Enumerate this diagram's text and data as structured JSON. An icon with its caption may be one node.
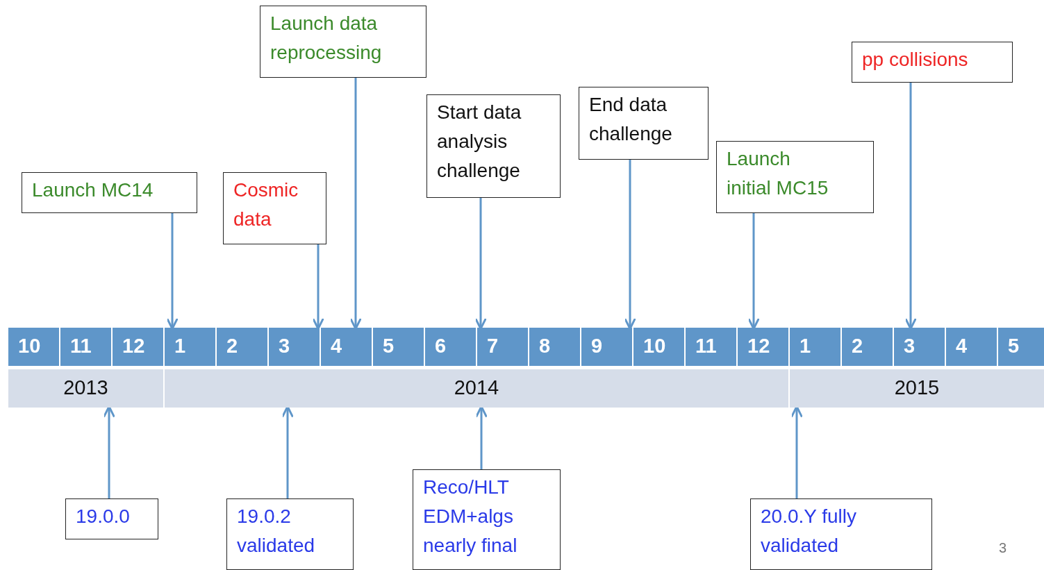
{
  "diagram": {
    "nodes": [
      {
        "text": [
          "Launch data reprocessing"
        ]
      },
      {
        "text": [
          "Start data analysis challenge"
        ]
      },
      {
        "text": [
          "End data challenge"
        ]
      },
      {
        "text": [
          "pp collisions"
        ]
      },
      {
        "text": [
          "Launch initial MC15"
        ]
      },
      {
        "text": [
          "Launch MC14"
        ]
      },
      {
        "text": [
          "Cosmic data"
        ]
      },
      {
        "text": [
          "10"
        ]
      },
      {
        "text": [
          "11"
        ]
      },
      {
        "text": [
          "12"
        ]
      },
      {
        "text": [
          "1"
        ]
      },
      {
        "text": [
          "2"
        ]
      },
      {
        "text": [
          "3"
        ]
      },
      {
        "text": [
          "4"
        ]
      },
      {
        "text": [
          "5"
        ]
      },
      {
        "text": [
          "6"
        ]
      },
      {
        "text": [
          "7"
        ]
      },
      {
        "text": [
          "8"
        ]
      },
      {
        "text": [
          "9"
        ]
      },
      {
        "text": [
          "10"
        ]
      },
      {
        "text": [
          "11"
        ]
      },
      {
        "text": [
          "12"
        ]
      },
      {
        "text": [
          "1"
        ]
      },
      {
        "text": [
          "2"
        ]
      },
      {
        "text": [
          "3"
        ]
      },
      {
        "text": [
          "4"
        ]
      },
      {
        "text": [
          "5"
        ]
      },
      {
        "text": [
          "2013"
        ]
      },
      {
        "text": [
          "2014"
        ]
      },
      {
        "text": [
          "2015"
        ]
      },
      {
        "text": [
          "19.0.0"
        ]
      },
      {
        "text": [
          "19.0.2 validated"
        ]
      },
      {
        "text": [
          "Reco/HLT EDM+algs nearly final"
        ]
      },
      {
        "text": [
          "20.0.Y fully validated"
        ]
      }
    ],
    "edges": [
      {
        "from": 5,
        "to": 10,
        "arrow": "to"
      },
      {
        "from": 6,
        "to": 12,
        "arrow": "to"
      },
      {
        "from": 0,
        "to": 13,
        "arrow": "to"
      },
      {
        "from": 1,
        "to": 16,
        "arrow": "to"
      },
      {
        "from": 2,
        "to": 18,
        "arrow": "to"
      },
      {
        "from": 4,
        "to": 21,
        "arrow": "to"
      },
      {
        "from": 3,
        "to": 24,
        "arrow": "to"
      },
      {
        "from": 30,
        "to": 27,
        "arrow": "to"
      },
      {
        "from": 31,
        "to": 28,
        "arrow": "to"
      },
      {
        "from": 32,
        "to": 28,
        "arrow": "to"
      },
      {
        "from": 33,
        "to": 29,
        "arrow": "to"
      }
    ],
    "labels": [
      "3"
    ]
  }
}
